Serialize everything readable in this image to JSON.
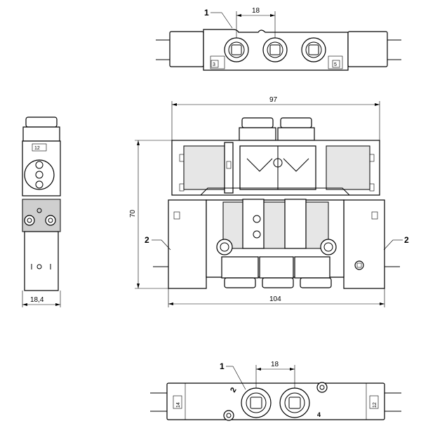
{
  "dimensions": {
    "top_pitch": "18",
    "front_width": "97",
    "front_height": "70",
    "front_overall_width": "104",
    "side_width": "18,4",
    "bottom_pitch": "18"
  },
  "callouts": {
    "top_1": "1",
    "left_2": "2",
    "right_2": "2",
    "bottom_1": "1"
  },
  "port_marks": {
    "top_left": "3",
    "top_right": "5",
    "side_top": "12",
    "bottom_14": "14",
    "bottom_12": "12",
    "bottom_2": "2",
    "bottom_4": "4"
  }
}
